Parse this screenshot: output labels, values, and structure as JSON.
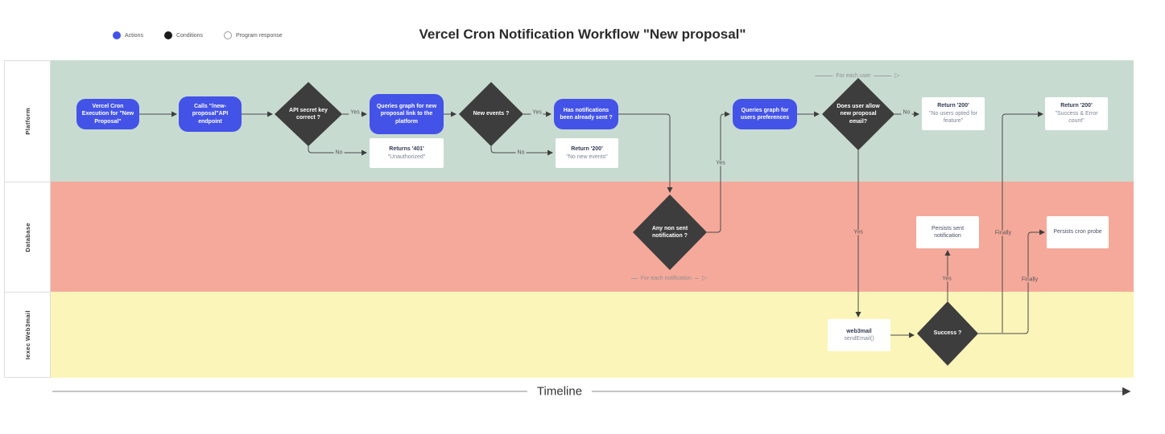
{
  "title": "Vercel Cron Notification Workflow \"New proposal\"",
  "legend": {
    "actions": "Actions",
    "conditions": "Conditions",
    "program_response": "Program response"
  },
  "colors": {
    "action_blue": "#4353e8",
    "condition_dark": "#3d3d3d",
    "platform_lane": "#c8dbd1",
    "database_lane": "#f5a99b",
    "web3mail_lane": "#fbf5b9"
  },
  "lanes": {
    "platform": "Platform",
    "database": "Database",
    "web3mail": "Iexec Web3mail"
  },
  "nodes": {
    "start": {
      "label": "Vercel Cron Execution for \"New Proposal\""
    },
    "calls_endpoint": {
      "label": "Calls \"/new-proposal\"API endpoint"
    },
    "api_secret": {
      "label": "API secret key correct ?"
    },
    "returns_401": {
      "title": "Returns '401'",
      "subtitle": "\"Unauthorized\""
    },
    "queries_new_proposal": {
      "label": "Queries graph for new proposal link to the platform"
    },
    "new_events": {
      "label": "New events ?"
    },
    "return_200_no_events": {
      "title": "Return '200'",
      "subtitle": "\"No new events\""
    },
    "has_notifications": {
      "label": "Has notifications been already sent ?"
    },
    "any_non_sent": {
      "label": "Any non sent notification ?"
    },
    "queries_users": {
      "label": "Queries graph for users preferences"
    },
    "does_user_allow": {
      "label": "Does user allow new proposal email?"
    },
    "return_200_no_users": {
      "title": "Return '200'",
      "subtitle": "\"No users opted for feature\""
    },
    "return_200_success": {
      "title": "Return '200'",
      "subtitle": "\"Success & Error count\""
    },
    "persists_sent": {
      "label": "Persists sent notification"
    },
    "persists_cron": {
      "label": "Persists cron probe"
    },
    "web3mail_send": {
      "title": "web3mail",
      "subtitle": "sendEmail()"
    },
    "success": {
      "label": "Success ?"
    }
  },
  "edge_labels": {
    "yes": "Yes",
    "no": "No",
    "finally": "Finally",
    "for_each_user": "For each user",
    "for_each_notification": "For each notification"
  },
  "timeline_label": "Timeline"
}
